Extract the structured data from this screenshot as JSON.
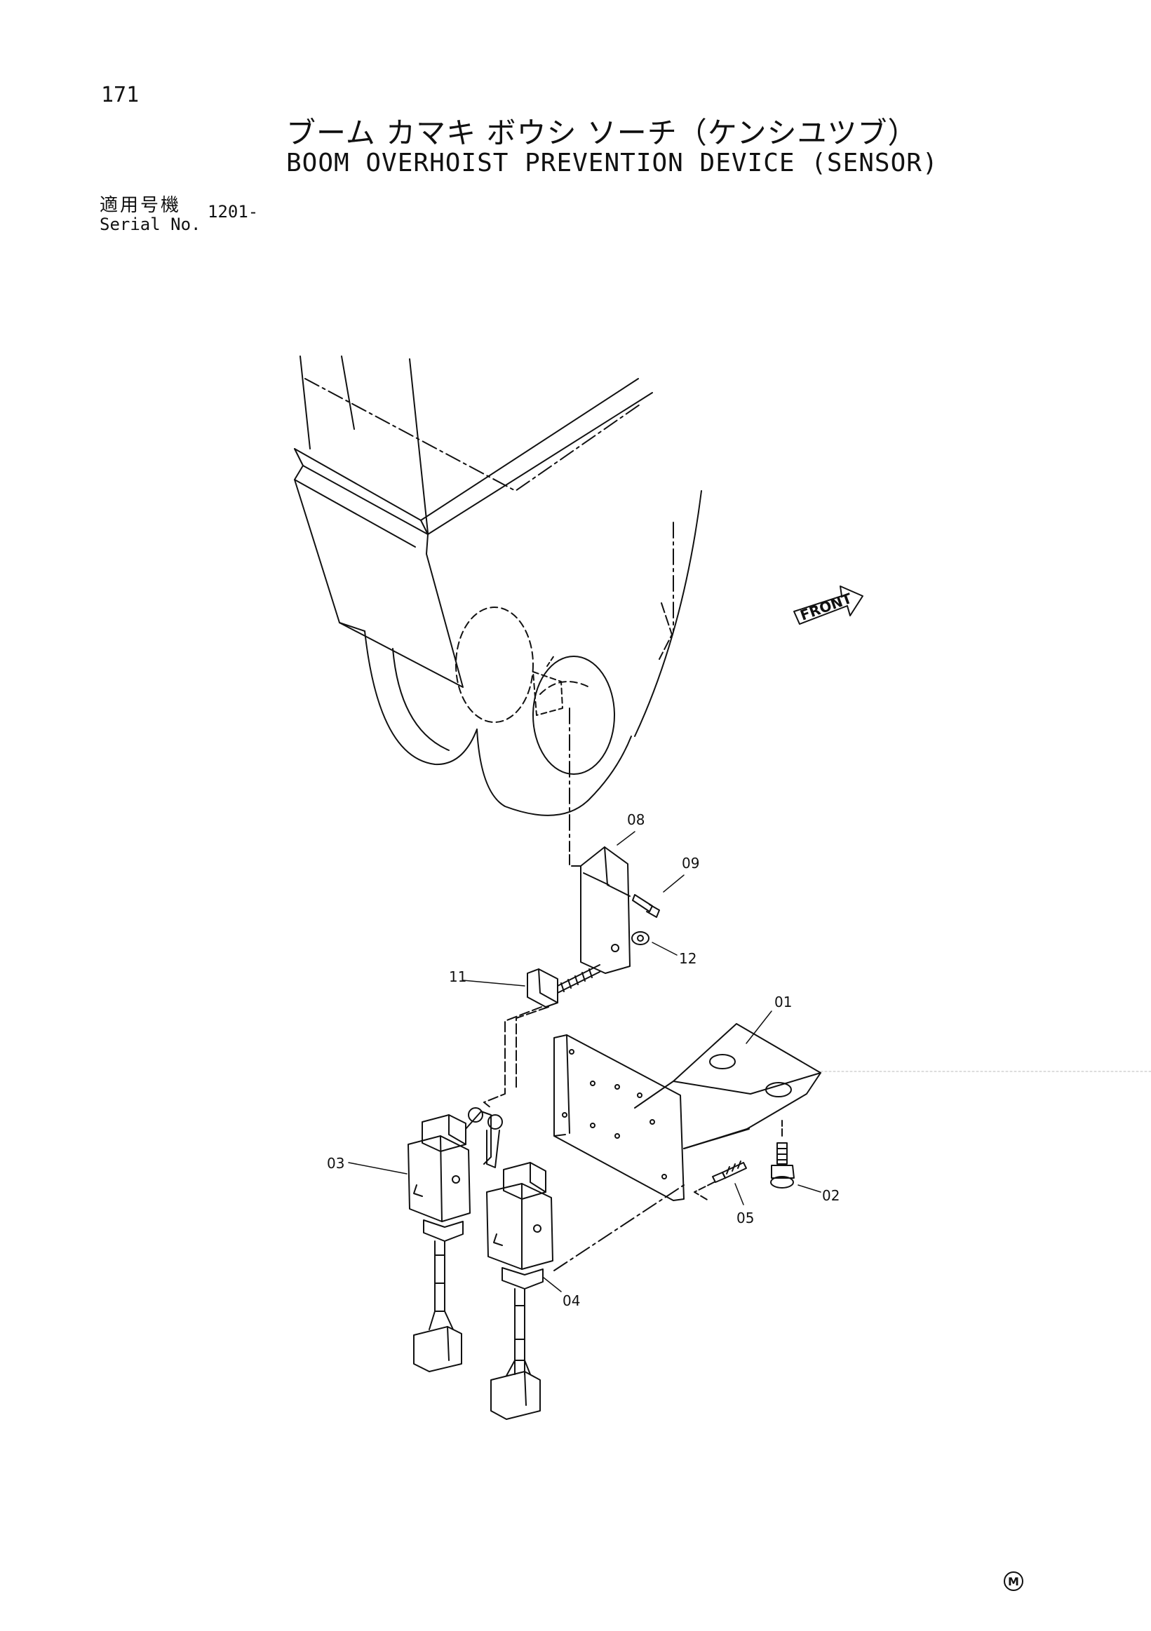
{
  "page_number": "171",
  "title_jp": "ブーム カマキ ボウシ ソーチ（ケンシユツブ）",
  "title_en": "BOOM OVERHOIST PREVENTION DEVICE (SENSOR)",
  "serial": {
    "label_jp": "適用号機",
    "label_en": "Serial No.",
    "value": "1201-"
  },
  "front_label": "FRONT",
  "corner_mark": "M",
  "parts": [
    {
      "id": "01",
      "label": "01"
    },
    {
      "id": "02",
      "label": "02"
    },
    {
      "id": "03",
      "label": "03"
    },
    {
      "id": "04",
      "label": "04"
    },
    {
      "id": "05",
      "label": "05"
    },
    {
      "id": "08",
      "label": "08"
    },
    {
      "id": "09",
      "label": "09"
    },
    {
      "id": "11",
      "label": "11"
    },
    {
      "id": "12",
      "label": "12"
    }
  ]
}
